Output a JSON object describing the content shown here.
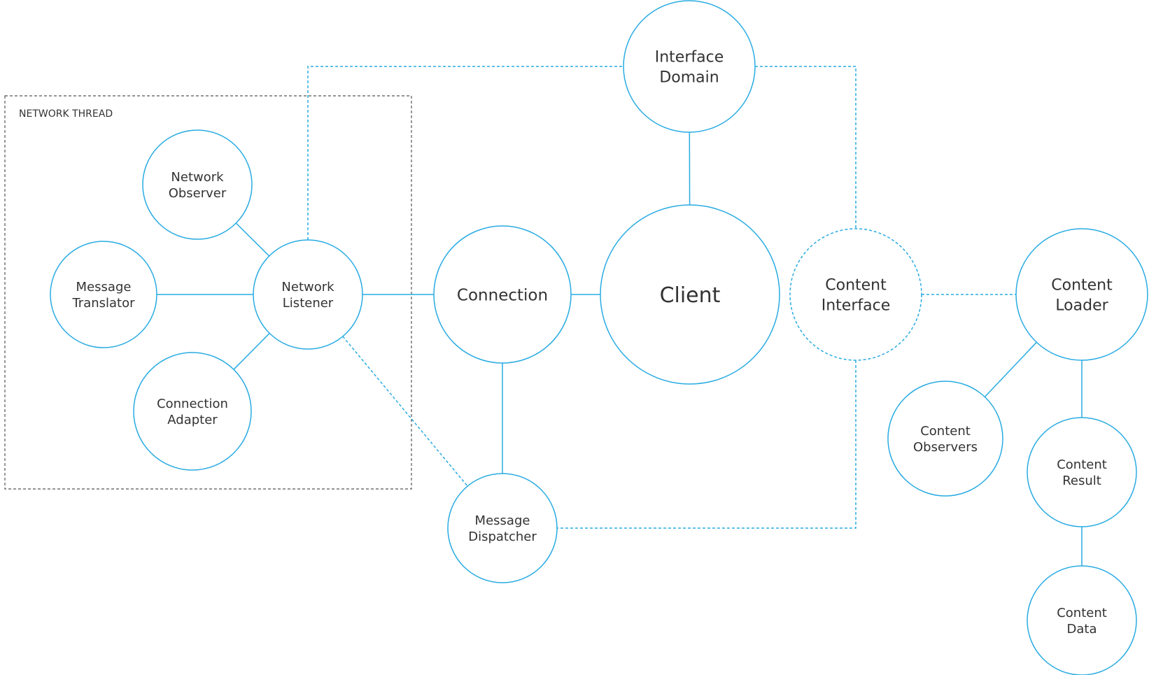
{
  "colors": {
    "node_stroke": "#29abe2",
    "edge": "#29abe2",
    "group_border": "#555555",
    "text": "#333333"
  },
  "group": {
    "label": "NETWORK THREAD"
  },
  "nodes": {
    "interface_domain": {
      "lines": [
        "Interface",
        "Domain"
      ]
    },
    "network_observer": {
      "lines": [
        "Network",
        "Observer"
      ]
    },
    "message_translator": {
      "lines": [
        "Message",
        "Translator"
      ]
    },
    "network_listener": {
      "lines": [
        "Network",
        "Listener"
      ]
    },
    "connection_adapter": {
      "lines": [
        "Connection",
        "Adapter"
      ]
    },
    "connection": {
      "lines": [
        "Connection"
      ]
    },
    "client": {
      "lines": [
        "Client"
      ]
    },
    "content_interface": {
      "lines": [
        "Content",
        "Interface"
      ]
    },
    "content_loader": {
      "lines": [
        "Content",
        "Loader"
      ]
    },
    "content_observers": {
      "lines": [
        "Content",
        "Observers"
      ]
    },
    "content_result": {
      "lines": [
        "Content",
        "Result"
      ]
    },
    "content_data": {
      "lines": [
        "Content",
        "Data"
      ]
    },
    "message_dispatcher": {
      "lines": [
        "Message",
        "Dispatcher"
      ]
    }
  },
  "edges": [
    {
      "from": "network_observer",
      "to": "network_listener",
      "style": "solid"
    },
    {
      "from": "message_translator",
      "to": "network_listener",
      "style": "solid"
    },
    {
      "from": "connection_adapter",
      "to": "network_listener",
      "style": "solid"
    },
    {
      "from": "network_listener",
      "to": "connection",
      "style": "solid"
    },
    {
      "from": "connection",
      "to": "client",
      "style": "solid"
    },
    {
      "from": "interface_domain",
      "to": "client",
      "style": "solid"
    },
    {
      "from": "connection",
      "to": "message_dispatcher",
      "style": "solid"
    },
    {
      "from": "network_listener",
      "to": "message_dispatcher",
      "style": "dashed"
    },
    {
      "from": "network_listener",
      "to": "interface_domain",
      "style": "dashed"
    },
    {
      "from": "interface_domain",
      "to": "content_interface",
      "style": "dashed"
    },
    {
      "from": "content_interface",
      "to": "content_loader",
      "style": "dashed"
    },
    {
      "from": "content_interface",
      "to": "message_dispatcher",
      "style": "dashed"
    },
    {
      "from": "content_loader",
      "to": "content_observers",
      "style": "solid"
    },
    {
      "from": "content_loader",
      "to": "content_result",
      "style": "solid"
    },
    {
      "from": "content_result",
      "to": "content_data",
      "style": "solid"
    }
  ]
}
